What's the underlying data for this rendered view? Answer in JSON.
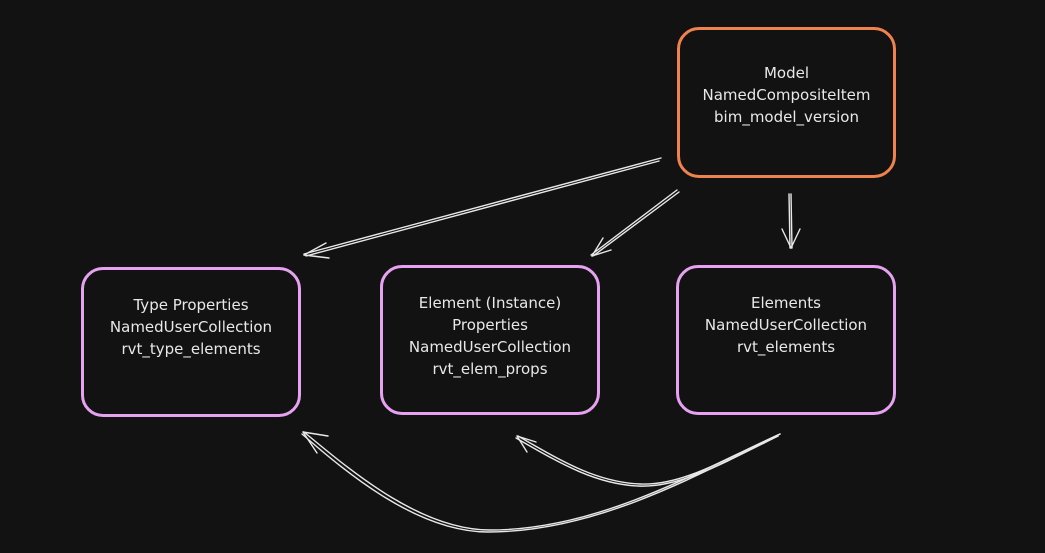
{
  "diagram": {
    "nodes": {
      "model": {
        "lines": [
          "Model",
          "NamedCompositeItem",
          "bim_model_version"
        ],
        "border_color": "#f0824d"
      },
      "type_properties": {
        "lines": [
          "Type Properties",
          "NamedUserCollection",
          "rvt_type_elements"
        ],
        "border_color": "#e6a2f0"
      },
      "element_properties": {
        "lines": [
          "Element (Instance)",
          "Properties",
          "NamedUserCollection",
          "rvt_elem_props"
        ],
        "border_color": "#e6a2f0"
      },
      "elements": {
        "lines": [
          "Elements",
          "NamedUserCollection",
          "rvt_elements"
        ],
        "border_color": "#e6a2f0"
      }
    },
    "edges": [
      {
        "from": "model",
        "to": "type_properties"
      },
      {
        "from": "model",
        "to": "element_properties"
      },
      {
        "from": "model",
        "to": "elements"
      },
      {
        "from": "elements",
        "to": "element_properties"
      },
      {
        "from": "elements",
        "to": "type_properties"
      }
    ],
    "colors": {
      "background": "#121212",
      "edge": "#e8e8e8",
      "text": "#e8e8e8"
    }
  }
}
